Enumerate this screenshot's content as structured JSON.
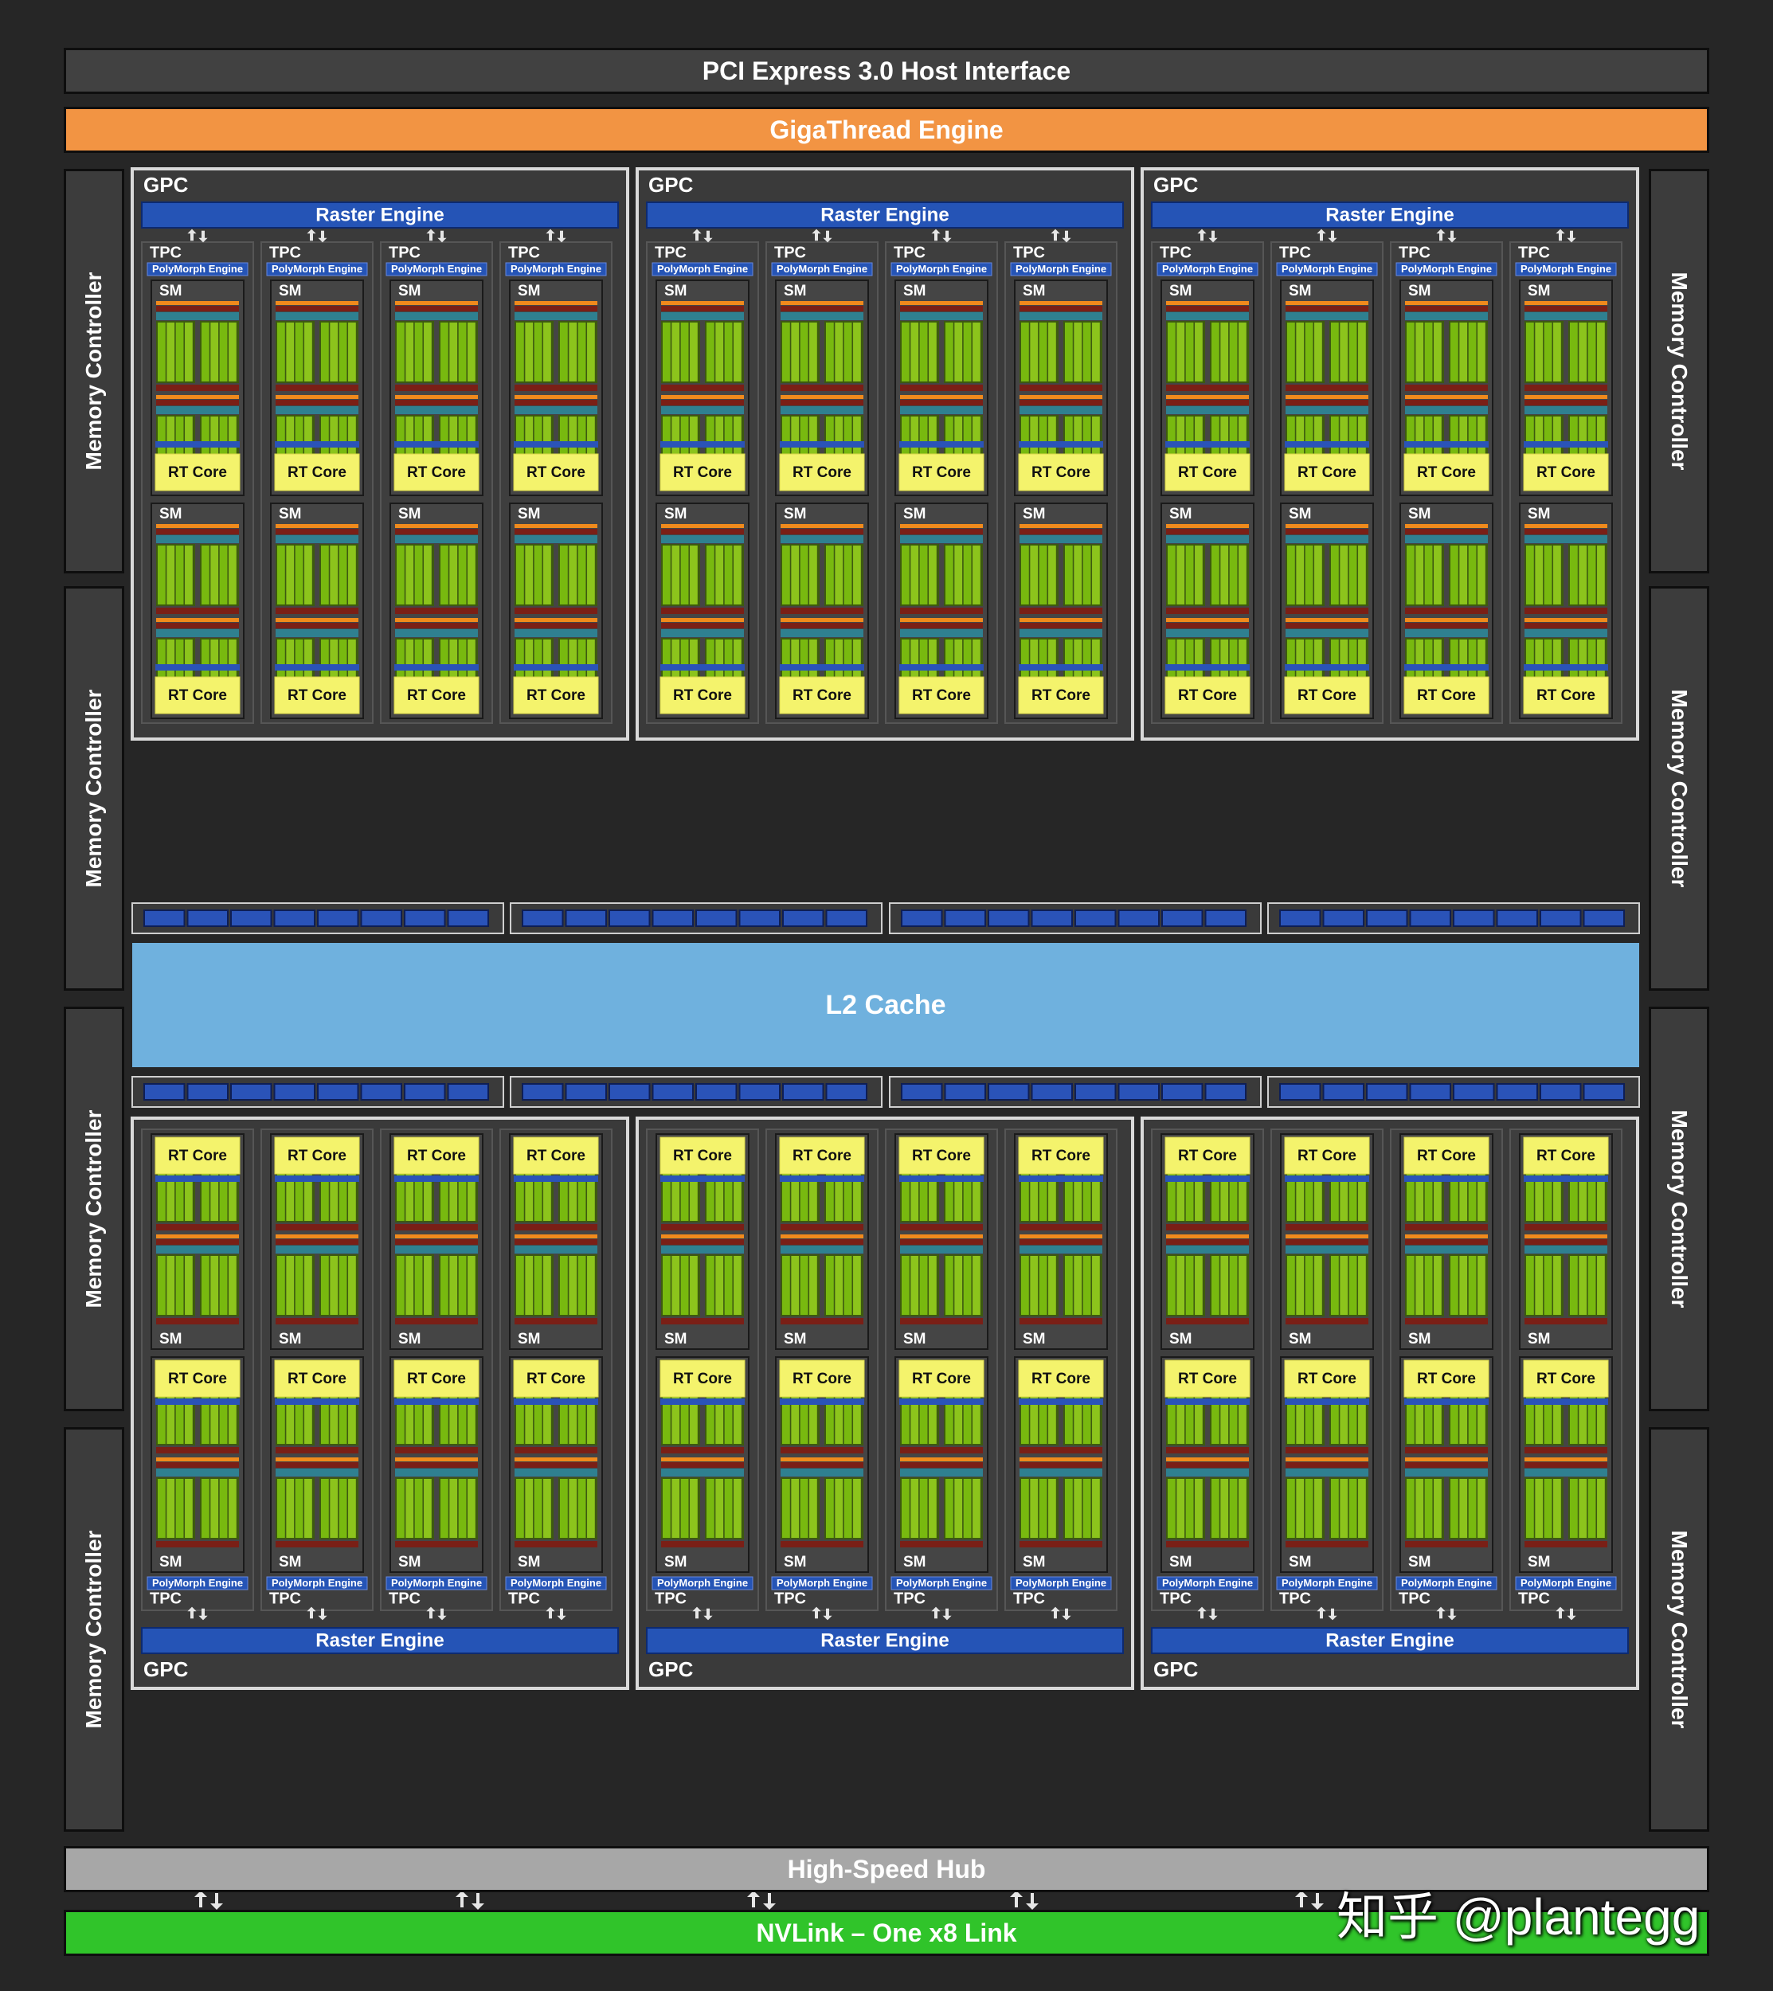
{
  "labels": {
    "pcie": "PCI Express 3.0 Host Interface",
    "gigathread": "GigaThread Engine",
    "l2": "L2 Cache",
    "hub": "High-Speed Hub",
    "nvlink": "NVLink – One x8 Link",
    "memory_controller": "Memory Controller",
    "gpc": "GPC",
    "raster": "Raster Engine",
    "tpc": "TPC",
    "polymorph": "PolyMorph Engine",
    "sm": "SM",
    "rt_core": "RT Core"
  },
  "watermark": "知乎 @plantegg",
  "layout_counts": {
    "gpcs_per_row": 3,
    "gpc_rows": 2,
    "tpcs_per_gpc": 4,
    "sms_per_tpc": 2,
    "memory_controllers_per_side": 4,
    "l2_slices_per_bank": 8,
    "l2_banks": 4
  },
  "colors": {
    "background": "#262626",
    "gpc_fill": "#3a3a3a",
    "pcie": "#414141",
    "gigathread": "#f29443",
    "l2": "#6fb1de",
    "hub": "#a7a7a7",
    "nvlink": "#30c42a",
    "raster": "#2554b6",
    "rt_core": "#f4f36c",
    "cuda_core": "#78b90f",
    "teal": "#2f8090",
    "orange_strip": "#f08a1c",
    "dark_red": "#7a1f16",
    "blue_cell": "#2a53b8"
  }
}
